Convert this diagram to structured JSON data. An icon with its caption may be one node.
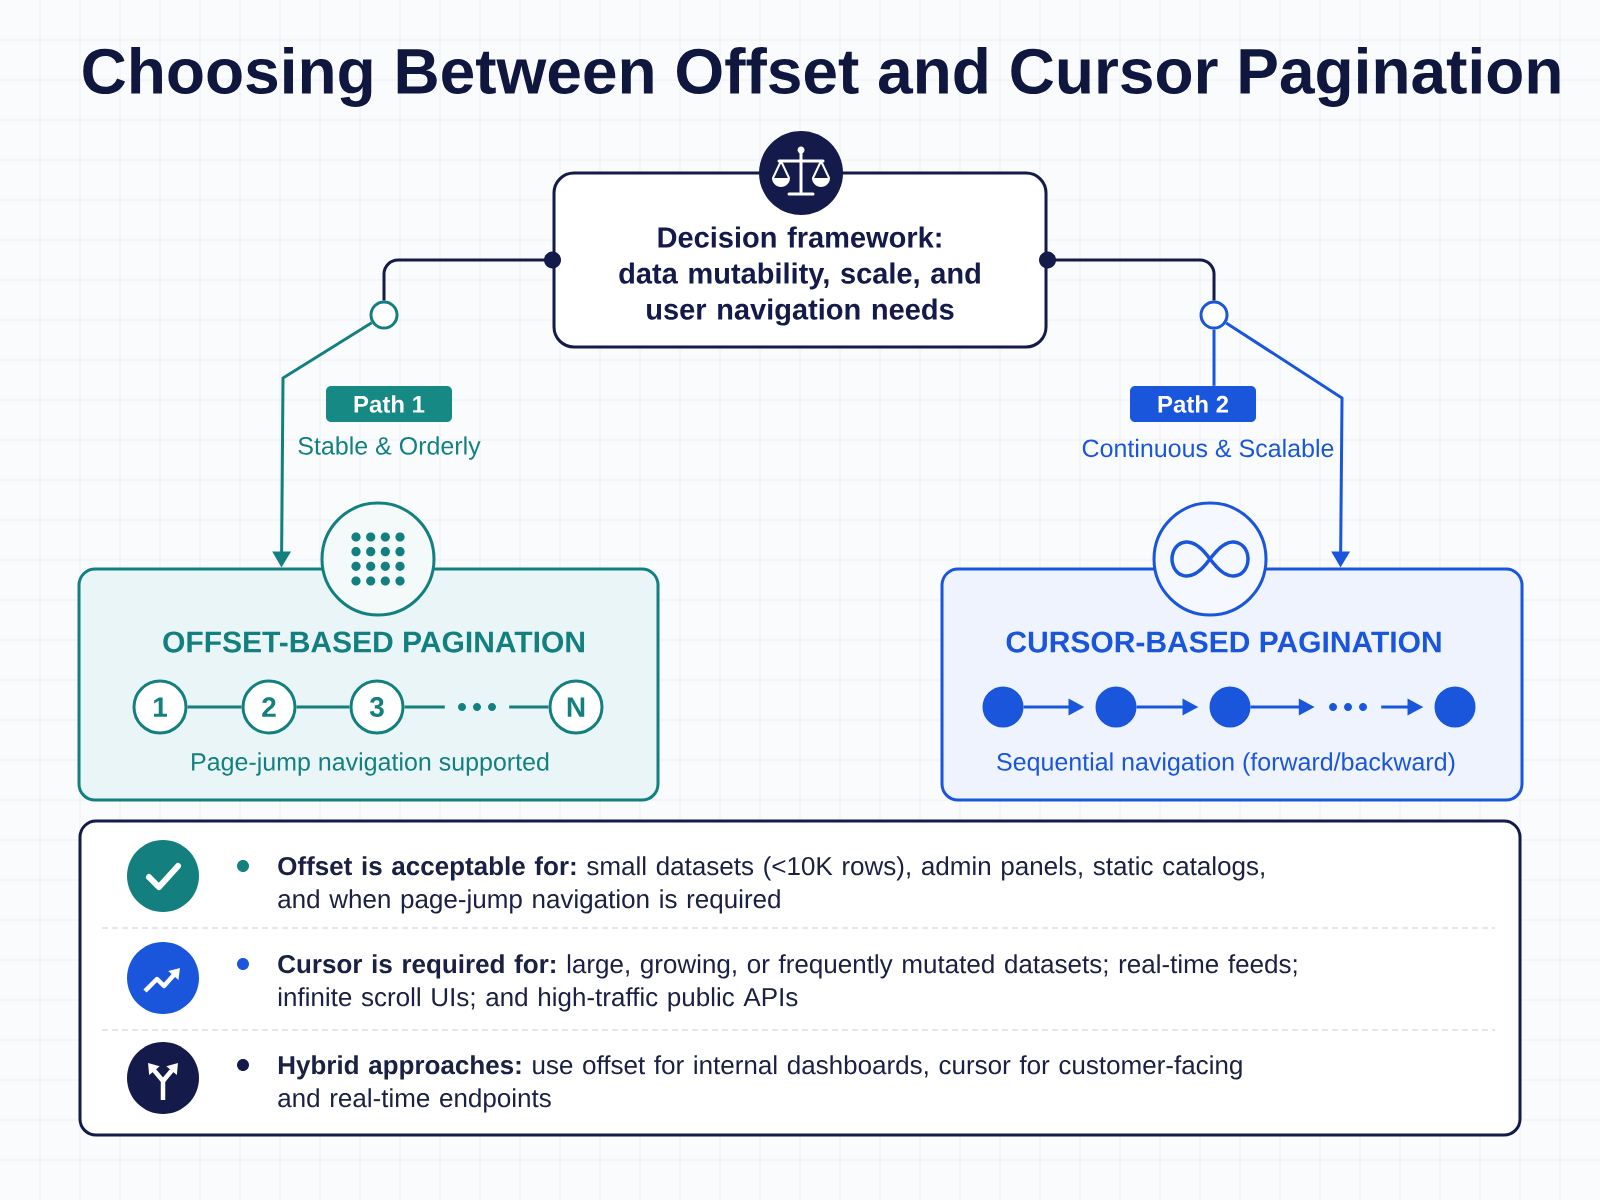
{
  "diagram": {
    "title": "Choosing Between Offset and Cursor Pagination",
    "nodes": [
      {
        "text": [
          "Decision framework: data mutability, scale, and user navigation needs"
        ]
      },
      {
        "text": [],
        "shape": "circle"
      },
      {
        "text": [],
        "shape": "circle"
      },
      {
        "text": [
          "Path 1"
        ],
        "beside": [
          "Stable & Orderly"
        ]
      },
      {
        "text": [
          "Path 2"
        ],
        "beside": [
          "Continuous & Scalable"
        ]
      },
      {
        "text": [
          "OFFSET-BASED PAGINATION",
          "Page-jump navigation supported"
        ]
      },
      {
        "text": [
          "1"
        ],
        "in": 5
      },
      {
        "text": [
          "2"
        ],
        "in": 5
      },
      {
        "text": [
          "3"
        ],
        "in": 5
      },
      {
        "text": [],
        "shape": "dots",
        "in": 5
      },
      {
        "text": [
          "N"
        ],
        "in": 5
      },
      {
        "text": [
          "CURSOR-BASED PAGINATION",
          "Sequential navigation (forward/backward)"
        ]
      },
      {
        "text": [],
        "shape": "circle",
        "in": 11
      },
      {
        "text": [],
        "shape": "circle",
        "in": 11
      },
      {
        "text": [],
        "shape": "circle",
        "in": 11
      },
      {
        "text": [],
        "shape": "dots",
        "in": 11
      },
      {
        "text": [],
        "shape": "circle",
        "in": 11
      },
      {
        "text": [
          "**Offset is acceptable for:** small datasets (<10K rows), admin panels, static catalogs, and when page-jump navigation is required",
          "**Cursor is required for:** large, growing, or frequently mutated datasets; real-time feeds; infinite scroll UIs; and high-traffic public APIs",
          "**Hybrid approaches:** use offset for internal dashboards, cursor for customer-facing and real-time endpoints"
        ]
      }
    ],
    "edges": [
      {
        "from": 0,
        "to": 1,
        "arrow": "other",
        "color": "#141a4a"
      },
      {
        "from": 0,
        "to": 2,
        "arrow": "other",
        "color": "#141a4a"
      },
      {
        "from": 1,
        "to": 5,
        "arrow": "to",
        "color": "#13807f"
      },
      {
        "from": 2,
        "to": 4,
        "arrow": "none"
      },
      {
        "from": 2,
        "to": 11,
        "arrow": "to"
      },
      {
        "from": 6,
        "to": 7,
        "arrow": "none",
        "color": "#13807f"
      },
      {
        "from": 7,
        "to": 8,
        "arrow": "none",
        "color": "#13807f"
      },
      {
        "from": 8,
        "to": 9,
        "arrow": "none",
        "color": "#13807f"
      },
      {
        "from": 9,
        "to": 10,
        "arrow": "none",
        "color": "#13807f"
      },
      {
        "from": 12,
        "to": 13,
        "arrow": "to"
      },
      {
        "from": 13,
        "to": 14,
        "arrow": "to"
      },
      {
        "from": 14,
        "to": 15,
        "arrow": "to"
      },
      {
        "from": 15,
        "to": 16,
        "arrow": "to"
      }
    ]
  }
}
